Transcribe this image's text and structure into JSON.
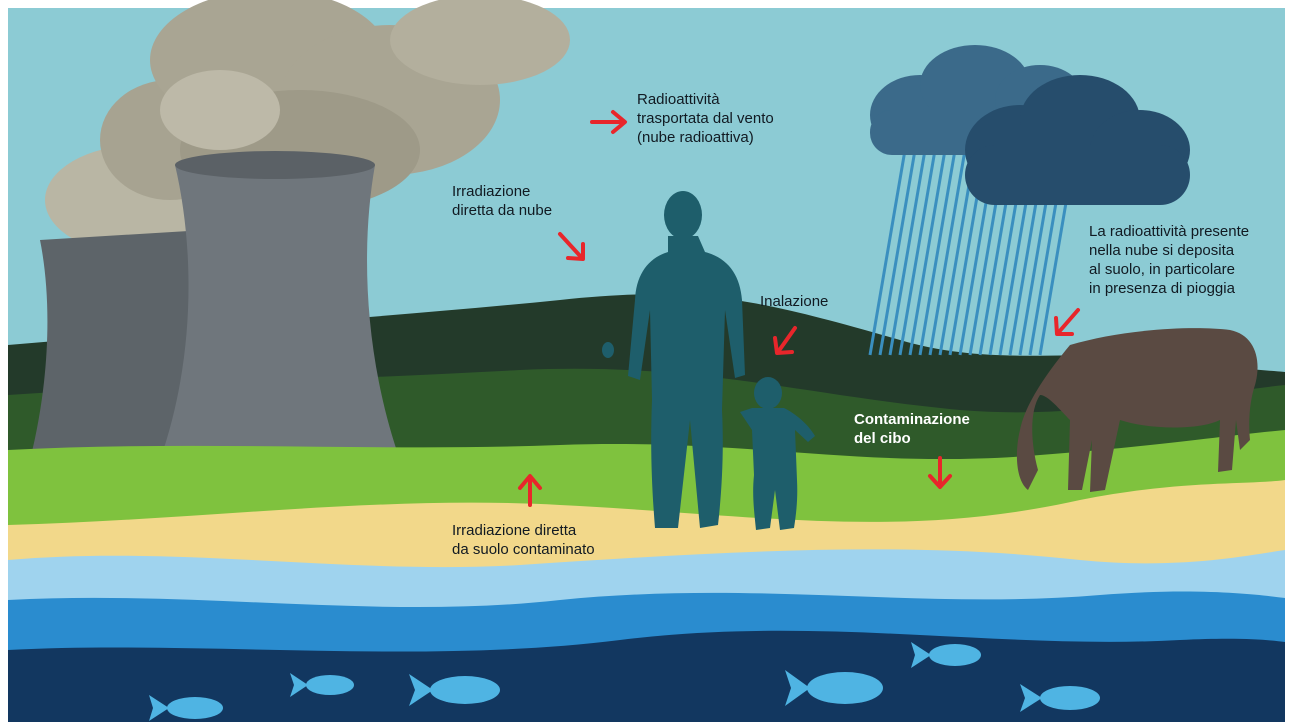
{
  "labels": {
    "wind": "Radioattività\ntrasportata dal vento\n(nube radioattiva)",
    "cloud_irradiation": "Irradiazione\ndiretta da nube",
    "inhalation": "Inalazione",
    "deposition": "La radioattività presente\nnella nube si deposita\nal suolo, in particolare\nin presenza di pioggia",
    "food": "Contaminazione\n del cibo",
    "ground_irradiation": "Irradiazione diretta\nda suolo contaminato"
  },
  "colors": {
    "sky": "#8ccbd4",
    "smoke": "#a9a593",
    "tower": "#6f767c",
    "cloud": "#2f5978",
    "rain": "#3a8fbf",
    "hill_dark": "#233a2a",
    "hill_mid": "#2f5a2a",
    "grass": "#7fc23e",
    "sand": "#f2d88a",
    "water_light": "#9fd3ee",
    "water_mid": "#2a8ccf",
    "water_deep": "#123760",
    "silhouette": "#1e5e6b",
    "cow": "#5a4a42",
    "fish": "#4fb4e3",
    "arrow": "#e8262b"
  }
}
